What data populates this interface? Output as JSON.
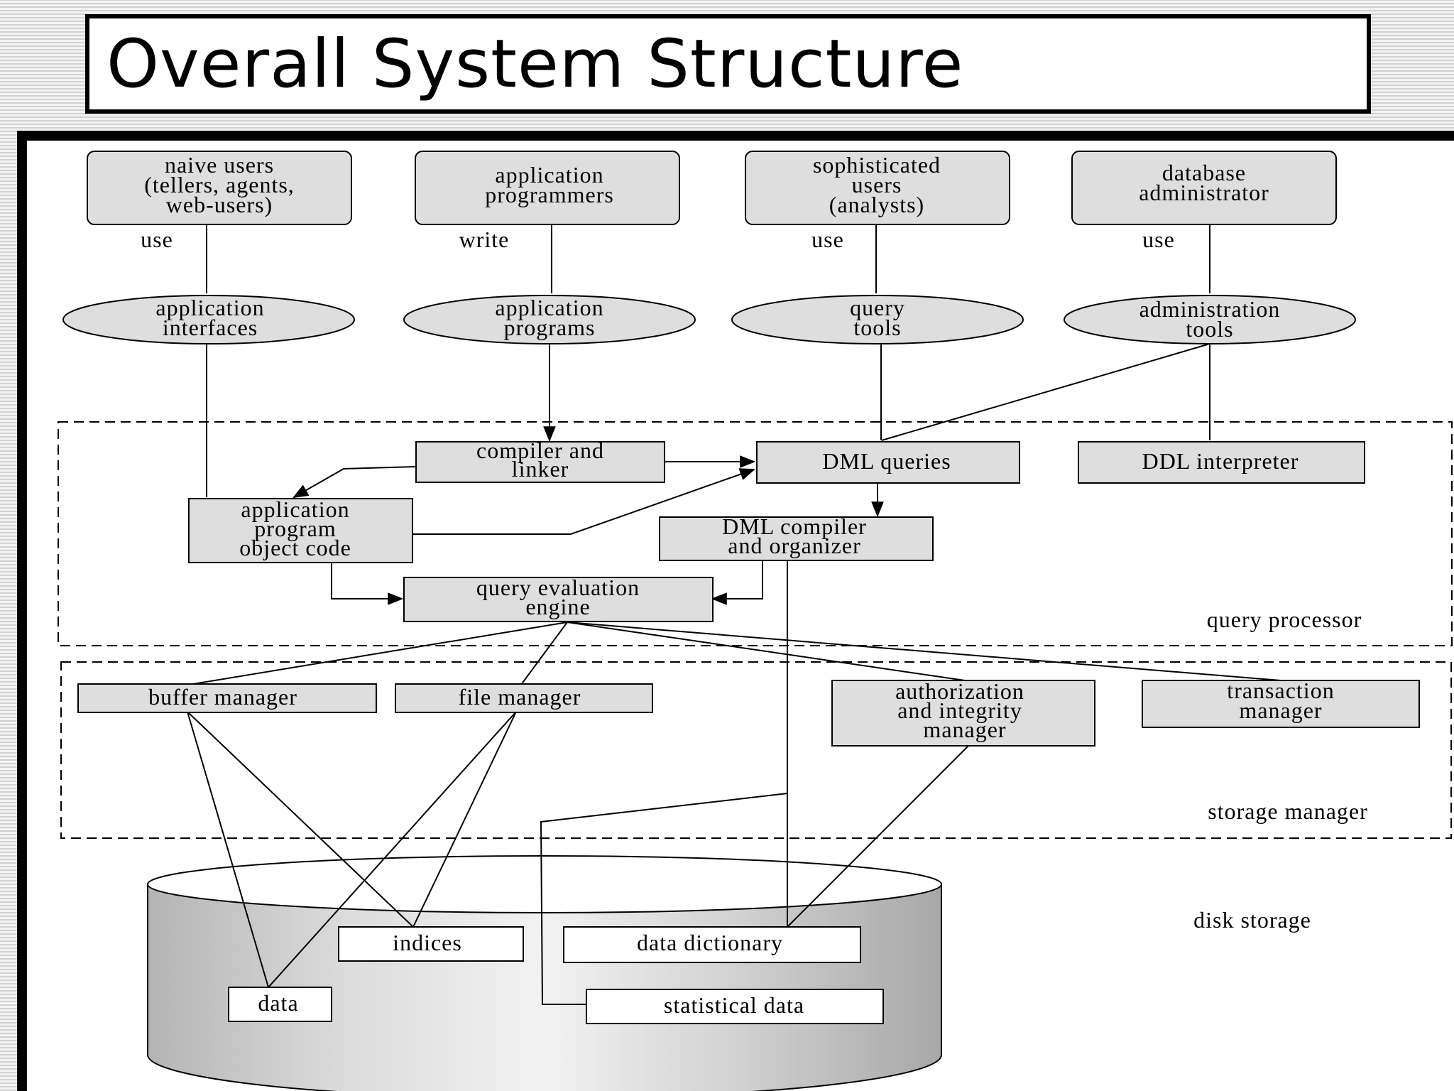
{
  "slide": {
    "title": "Overall System Structure"
  },
  "users": [
    {
      "lines": [
        "naive users",
        "(tellers, agents,",
        "web-users)"
      ],
      "relation": "use"
    },
    {
      "lines": [
        "application",
        "programmers"
      ],
      "relation": "write"
    },
    {
      "lines": [
        "sophisticated",
        "users",
        "(analysts)"
      ],
      "relation": "use"
    },
    {
      "lines": [
        "database",
        "administrator"
      ],
      "relation": "use"
    }
  ],
  "tools": [
    {
      "lines": [
        "application",
        "interfaces"
      ]
    },
    {
      "lines": [
        "application",
        "programs"
      ]
    },
    {
      "lines": [
        "query",
        "tools"
      ]
    },
    {
      "lines": [
        "administration",
        "tools"
      ]
    }
  ],
  "query_processor": {
    "label": "query processor",
    "compiler_linker": [
      "compiler and",
      "linker"
    ],
    "dml_queries": "DML queries",
    "ddl_interpreter": "DDL interpreter",
    "object_code": [
      "application",
      "program",
      "object code"
    ],
    "dml_compiler": [
      "DML compiler",
      "and organizer"
    ],
    "eval_engine": [
      "query evaluation",
      "engine"
    ]
  },
  "storage_manager": {
    "label": "storage manager",
    "buffer_manager": "buffer manager",
    "file_manager": "file manager",
    "auth_manager": [
      "authorization",
      "and integrity",
      "manager"
    ],
    "transaction_manager": [
      "transaction",
      "manager"
    ]
  },
  "disk_storage": {
    "label": "disk storage",
    "indices": "indices",
    "data_dictionary": "data dictionary",
    "data": "data",
    "statistical_data": "statistical data"
  },
  "colors": {
    "box_fill": "#dedede",
    "disk_fill": "#c8c8c8",
    "line": "#000000"
  }
}
